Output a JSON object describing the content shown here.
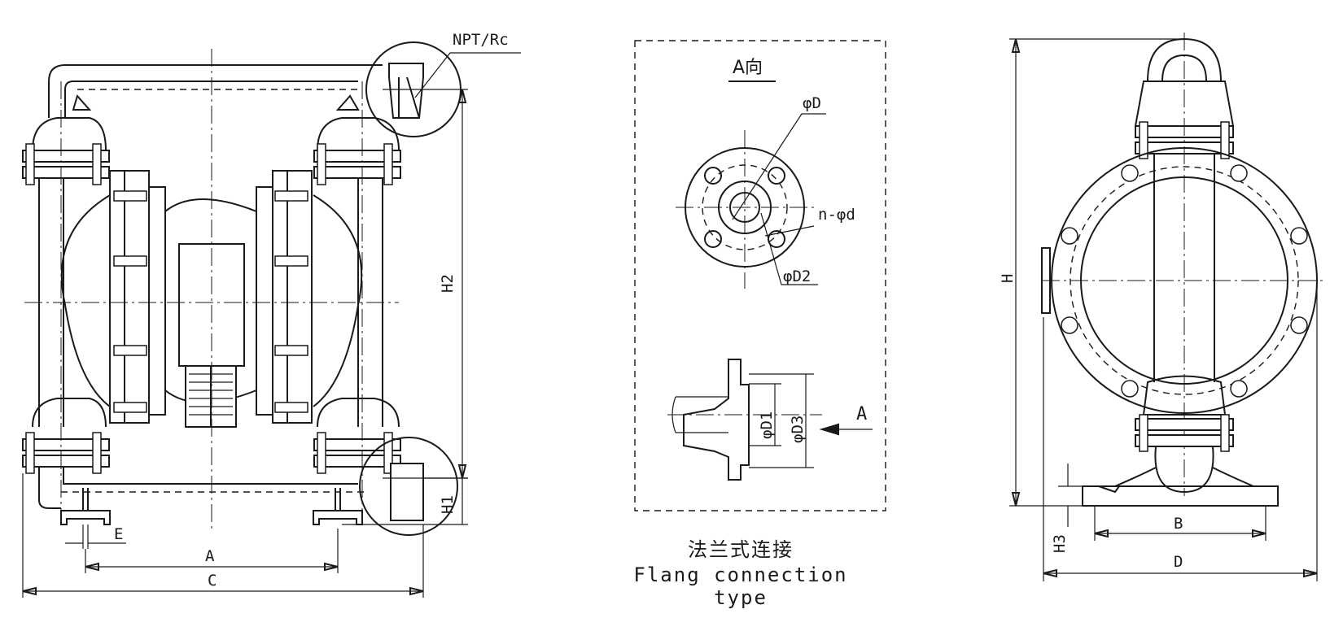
{
  "front_view": {
    "callout_port": "NPT/Rc",
    "dim_h2": "H2",
    "dim_h1": "H1",
    "dim_e": "E",
    "dim_a": "A",
    "dim_c": "C"
  },
  "flange_detail": {
    "view_title": "A向",
    "dim_phi_d": "φD",
    "dim_n_phi_d": "n-φd",
    "dim_phi_d2": "φD2",
    "dim_phi_d1": "φD1",
    "dim_phi_d3": "φD3",
    "arrow_a": "A",
    "caption_cn": "法兰式连接",
    "caption_en": "Flang connection type"
  },
  "side_view": {
    "dim_h": "H",
    "dim_h3": "H3",
    "dim_b": "B",
    "dim_d": "D"
  }
}
